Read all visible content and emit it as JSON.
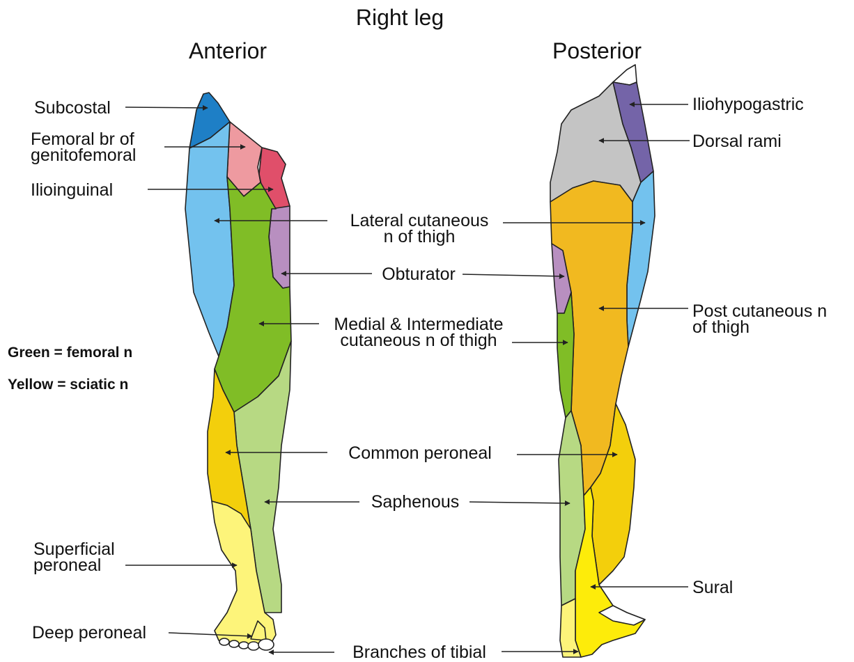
{
  "title": "Right leg",
  "views": {
    "anterior": "Anterior",
    "posterior": "Posterior"
  },
  "key": {
    "green": "Green = femoral n",
    "yellow": "Yellow = sciatic n"
  },
  "labels": {
    "subcostal": "Subcostal",
    "femoral_br_1": "Femoral br of",
    "femoral_br_2": "genitofemoral",
    "ilioinguinal": "Ilioinguinal",
    "lateral_1": "Lateral cutaneous",
    "lateral_2": "n of thigh",
    "obturator": "Obturator",
    "medial_1": "Medial & Intermediate",
    "medial_2": "cutaneous n of thigh",
    "common_peroneal": "Common peroneal",
    "saphenous": "Saphenous",
    "superficial_1": "Superficial",
    "superficial_2": "peroneal",
    "deep_peroneal": "Deep peroneal",
    "branches_tibial": "Branches of tibial",
    "iliohypogastric": "Iliohypogastric",
    "dorsal_rami": "Dorsal rami",
    "post_cut_1": "Post cutaneous n",
    "post_cut_2": "of thigh",
    "sural": "Sural"
  },
  "colors": {
    "subcostal": "#1e7fc6",
    "femoral_branch": "#ee9aa0",
    "ilioinguinal": "#e04f6a",
    "lateral_cutaneous": "#73c2ee",
    "obturator": "#b88fc0",
    "femoral_green": "#80bd26",
    "saphenous": "#b7d983",
    "common_peroneal": "#f3cf0c",
    "superficial_peroneal": "#fdf47a",
    "posterior_cutaneous": "#f1b920",
    "dorsal_rami": "#c4c4c4",
    "iliohypogastric": "#7464a8",
    "sural": "#fdec0a",
    "outline": "#222222"
  }
}
